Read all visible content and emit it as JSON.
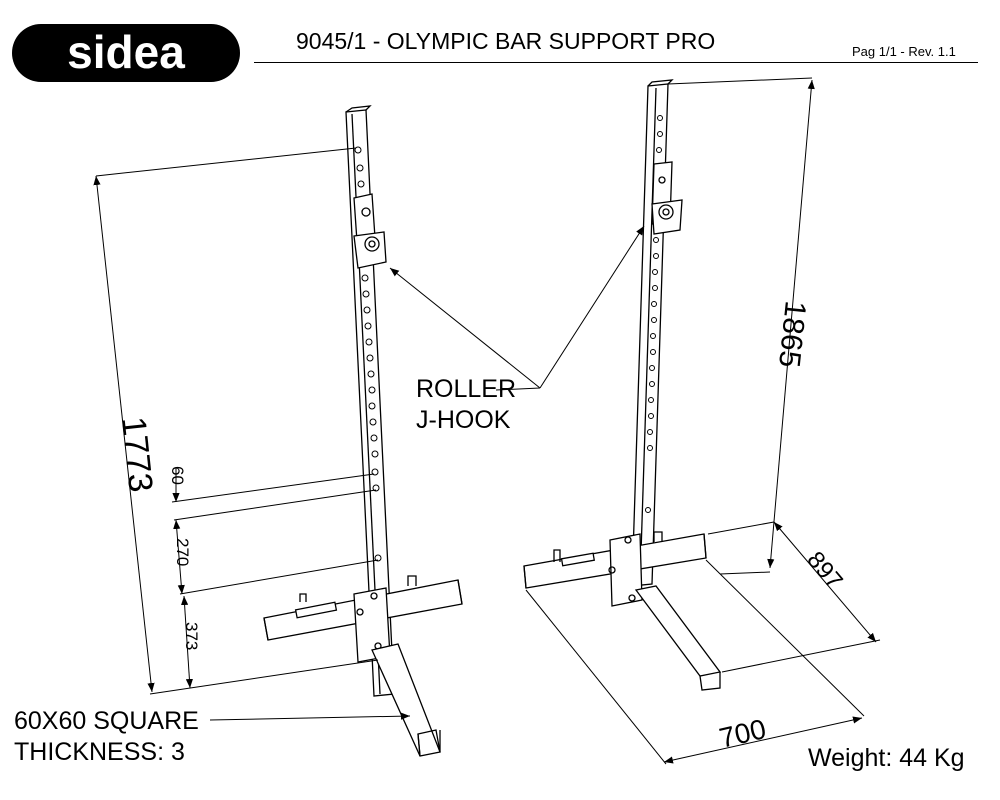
{
  "header": {
    "brand": "sidea",
    "title": "9045/1 -  OLYMPIC BAR SUPPORT PRO",
    "page_rev": "Pag 1/1 - Rev. 1.1"
  },
  "callouts": {
    "roller_line1": "ROLLER",
    "roller_line2": "J-HOOK",
    "tube_line1": "60X60 SQUARE",
    "tube_line2": "THICKNESS: 3"
  },
  "dimensions": {
    "total_height_left": "1773",
    "total_height_right": "1865",
    "hole_pitch": "60",
    "spacing_mid": "270",
    "spacing_low": "373",
    "depth": "897",
    "width": "700"
  },
  "footer": {
    "weight": "Weight: 44 Kg"
  }
}
